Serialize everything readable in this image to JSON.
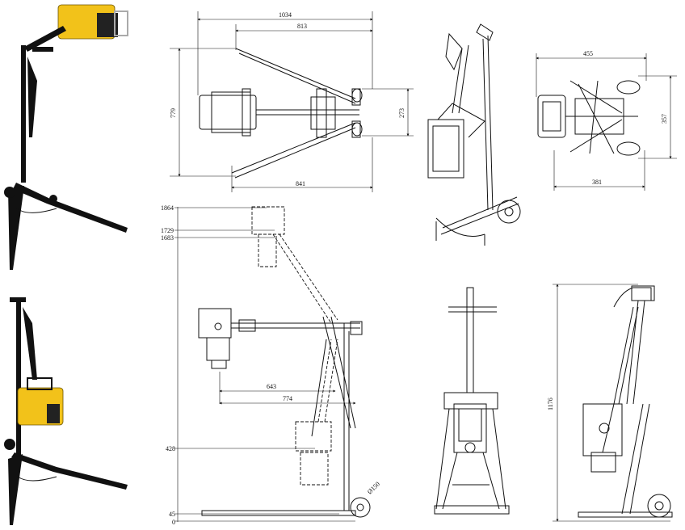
{
  "top_view": {
    "width_overall": "1034",
    "width_inner": "813",
    "width_bottom": "841",
    "height_left": "779",
    "height_right": "273"
  },
  "small_top_view": {
    "width_top": "455",
    "width_bottom": "381",
    "height_right": "357"
  },
  "side_view": {
    "h_1864": "1864",
    "h_1729": "1729",
    "h_1683": "1683",
    "h_428": "428",
    "h_45": "45",
    "h_0": "0",
    "reach_643": "643",
    "reach_774": "774",
    "wheel_dia": "Ø150"
  },
  "right_side_view": {
    "height": "1176"
  },
  "colors": {
    "line": "#111111",
    "body_yellow": "#f2c21a",
    "frame_black": "#111111"
  }
}
